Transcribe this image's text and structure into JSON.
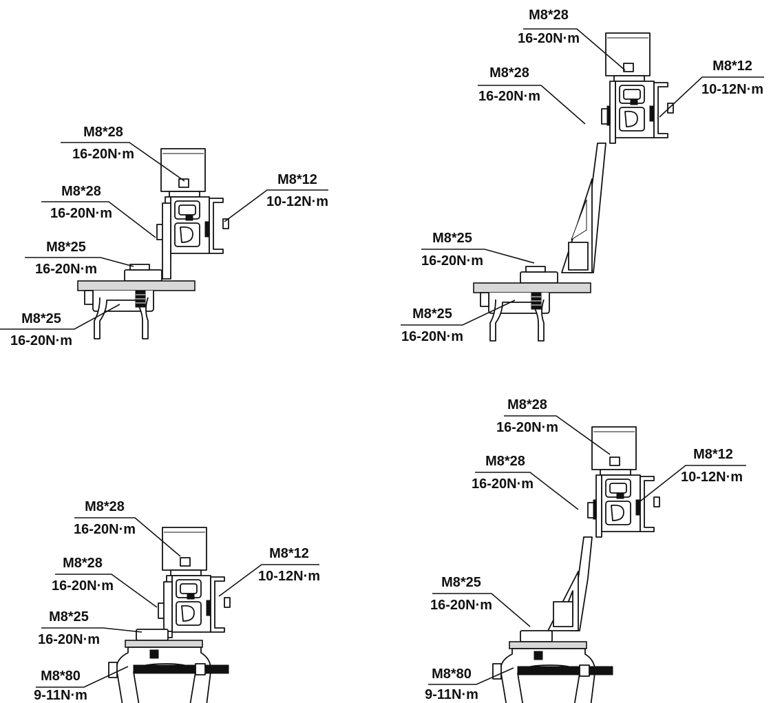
{
  "diagrams": [
    {
      "callouts": [
        {
          "spec": "M8*28",
          "torque": "16-20N·m"
        },
        {
          "spec": "M8*28",
          "torque": "16-20N·m"
        },
        {
          "spec": "M8*25",
          "torque": "16-20N·m"
        },
        {
          "spec": "M8*25",
          "torque": "16-20N·m"
        },
        {
          "spec": "M8*12",
          "torque": "10-12N·m"
        }
      ]
    },
    {
      "callouts": [
        {
          "spec": "M8*28",
          "torque": "16-20N·m"
        },
        {
          "spec": "M8*28",
          "torque": "16-20N·m"
        },
        {
          "spec": "M8*25",
          "torque": "16-20N·m"
        },
        {
          "spec": "M8*25",
          "torque": "16-20N·m"
        },
        {
          "spec": "M8*12",
          "torque": "10-12N·m"
        }
      ]
    },
    {
      "callouts": [
        {
          "spec": "M8*28",
          "torque": "16-20N·m"
        },
        {
          "spec": "M8*28",
          "torque": "16-20N·m"
        },
        {
          "spec": "M8*25",
          "torque": "16-20N·m"
        },
        {
          "spec": "M8*80",
          "torque": "9-11N·m"
        },
        {
          "spec": "M8*12",
          "torque": "10-12N·m"
        }
      ]
    },
    {
      "callouts": [
        {
          "spec": "M8*28",
          "torque": "16-20N·m"
        },
        {
          "spec": "M8*28",
          "torque": "16-20N·m"
        },
        {
          "spec": "M8*25",
          "torque": "16-20N·m"
        },
        {
          "spec": "M8*80",
          "torque": "9-11N·m"
        },
        {
          "spec": "M8*12",
          "torque": "10-12N·m"
        }
      ]
    }
  ]
}
